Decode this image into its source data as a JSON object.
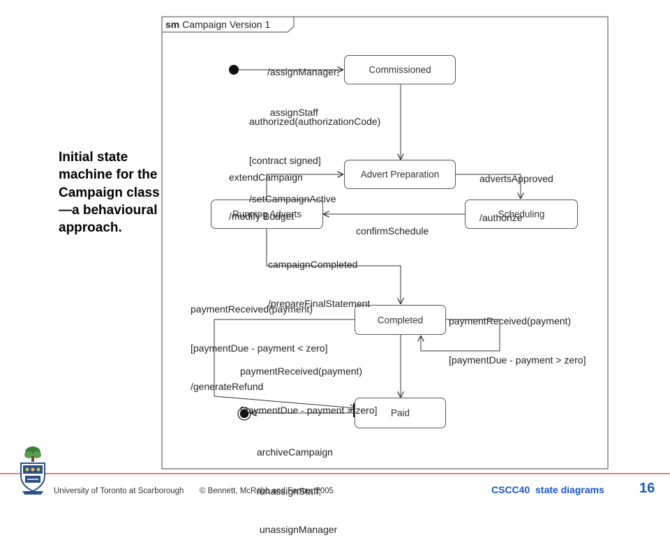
{
  "caption": "Initial state machine for the Campaign class—a behavioural approach.",
  "frame": {
    "keyword": "sm",
    "title": "Campaign Version 1"
  },
  "states": {
    "commissioned": "Commissioned",
    "advert_preparation": "Advert Preparation",
    "running_adverts": "Running Adverts",
    "scheduling": "Scheduling",
    "completed": "Completed",
    "paid": "Paid"
  },
  "transitions": {
    "initial": [
      "/assignManager;",
      " assignStaff"
    ],
    "authorized": [
      "authorized(authorizationCode)",
      "[contract signed]",
      "/setCampaignActive"
    ],
    "extend": [
      "extendCampaign",
      "/modify Budget"
    ],
    "approved": [
      "advertsApproved",
      "/authorize"
    ],
    "confirm": [
      "confirmSchedule"
    ],
    "campaign_completed": [
      "campaignCompleted",
      "/prepareFinalStatement"
    ],
    "refund": [
      "paymentReceived(payment)",
      "[paymentDue - payment < zero]",
      "/generateRefund"
    ],
    "partial": [
      "paymentReceived(payment)",
      "[paymentDue - payment > zero]"
    ],
    "exact": [
      "paymentReceived(payment)",
      "[paymentDue - payment = zero]"
    ],
    "archive": [
      "archiveCampaign",
      "/unassignStaff;",
      " unassignManager"
    ]
  },
  "footer": {
    "university": "University of Toronto at Scarborough",
    "copyright": "© Bennett, McRobb and Farmer 2005",
    "course": "CSCC40  state diagrams",
    "page": "16"
  },
  "colors": {
    "accent": "#1a56c8",
    "footer_rule": "#c0392b",
    "stroke": "#333333"
  },
  "icons": {
    "logo": "university-crest-icon"
  }
}
